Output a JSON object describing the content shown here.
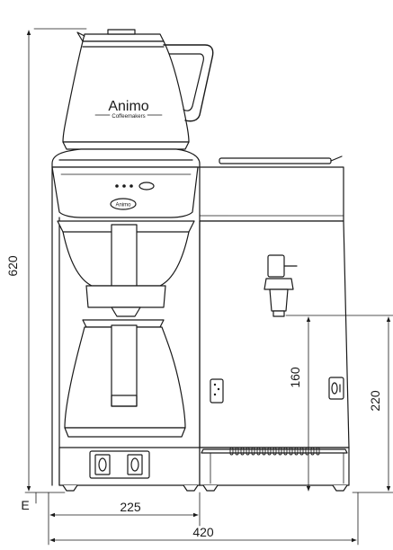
{
  "brand": {
    "name": "Animo",
    "tagline": "Coffeemakers",
    "badge": "Animo"
  },
  "dimensions": {
    "height_total": "620",
    "height_tap": "160",
    "height_side": "220",
    "width_base": "225",
    "width_total": "420",
    "foot_label": "E"
  }
}
